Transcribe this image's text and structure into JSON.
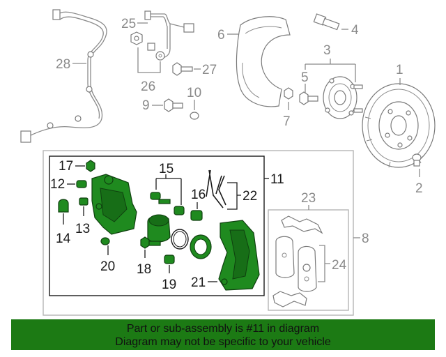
{
  "callouts": {
    "c1": "1",
    "c2": "2",
    "c3": "3",
    "c4": "4",
    "c5": "5",
    "c6": "6",
    "c7": "7",
    "c8": "8",
    "c9": "9",
    "c10": "10",
    "c11": "11",
    "c12": "12",
    "c13": "13",
    "c14": "14",
    "c15": "15",
    "c16": "16",
    "c17": "17",
    "c18": "18",
    "c19": "19",
    "c20": "20",
    "c21": "21",
    "c22": "22",
    "c23": "23",
    "c24": "24",
    "c25": "25",
    "c26": "26",
    "c27": "27",
    "c28": "28"
  },
  "banner": {
    "line1": "Part or sub-assembly is #11 in diagram",
    "line2": "Diagram may not be specific to your vehicle"
  },
  "colors": {
    "highlight": "#1f8a1f",
    "banner": "#1c7a14",
    "callout": "#8a8a8a",
    "callout_highlight": "#1a1a1a"
  }
}
